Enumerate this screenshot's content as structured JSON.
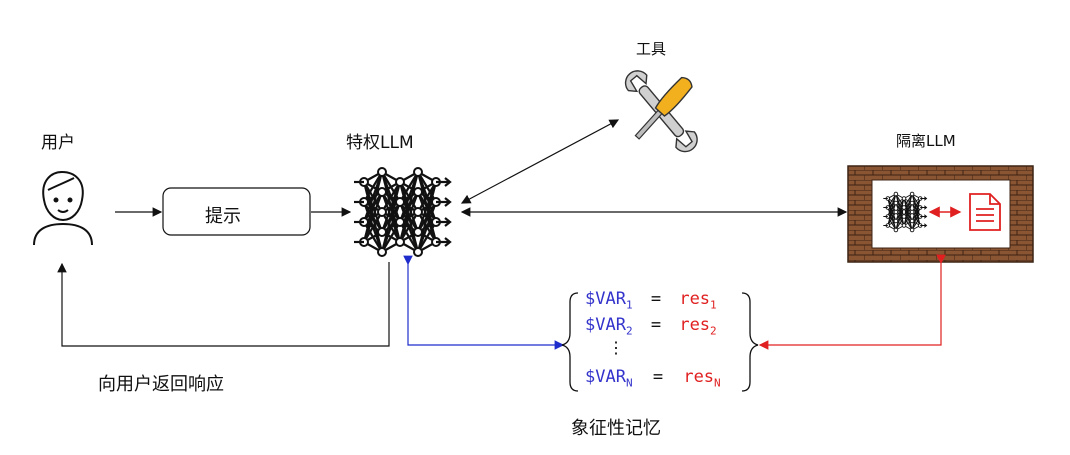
{
  "labels": {
    "user": "用户",
    "prompt": "提示",
    "privileged_llm": "特权LLM",
    "tools": "工具",
    "quarantined_llm": "隔离LLM",
    "respond": "向用户返回响应",
    "symbolic_memory": "象征性记忆"
  },
  "memory": {
    "rows": [
      {
        "var": "$VAR",
        "var_sub": "1",
        "eq": "=",
        "res": "res",
        "res_sub": "1"
      },
      {
        "var": "$VAR",
        "var_sub": "2",
        "eq": "=",
        "res": "res",
        "res_sub": "2"
      },
      {
        "var": "$VAR",
        "var_sub": "N",
        "eq": "=",
        "res": "res",
        "res_sub": "N"
      }
    ],
    "ellipsis": "⋮"
  },
  "icons": {
    "user": "user-icon",
    "privileged_llm": "neural-network-icon",
    "tools": "wrench-screwdriver-icon",
    "quarantined_llm": "neural-network-icon",
    "document": "document-icon"
  },
  "colors": {
    "var": "#3333cc",
    "res": "#e02020",
    "blue_arrow": "#1f2ccc",
    "red_arrow": "#e02020",
    "brick": "#7a4a2a",
    "handle": "#f2b01e"
  }
}
